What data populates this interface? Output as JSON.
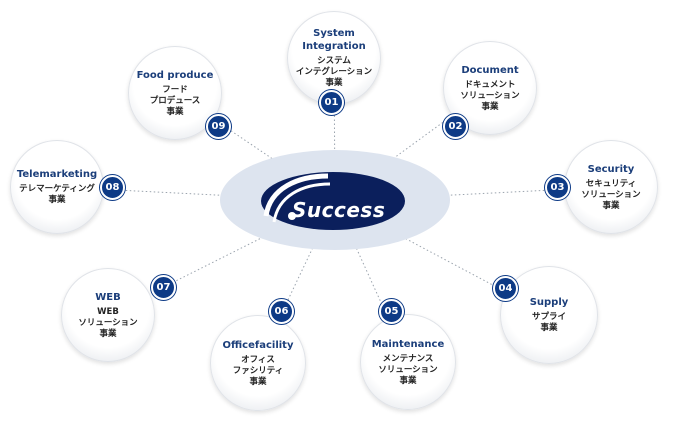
{
  "center": {
    "label": "Success"
  },
  "nodes": [
    {
      "num": "01",
      "en": "System\nIntegration",
      "jp": "システム\nインテグレーション\n事業"
    },
    {
      "num": "02",
      "en": "Document",
      "jp": "ドキュメント\nソリューション\n事業"
    },
    {
      "num": "03",
      "en": "Security",
      "jp": "セキュリティ\nソリューション\n事業"
    },
    {
      "num": "04",
      "en": "Supply",
      "jp": "サプライ\n事業"
    },
    {
      "num": "05",
      "en": "Maintenance",
      "jp": "メンテナンス\nソリューション\n事業"
    },
    {
      "num": "06",
      "en": "Officefacility",
      "jp": "オフィス\nファシリティ\n事業"
    },
    {
      "num": "07",
      "en": "WEB",
      "jp": "WEB\nソリューション\n事業"
    },
    {
      "num": "08",
      "en": "Telemarketing",
      "jp": "テレマーケティング\n事業"
    },
    {
      "num": "09",
      "en": "Food produce",
      "jp": "フード\nプロデュース\n事業"
    }
  ],
  "colors": {
    "badge": "#0d3a86",
    "title": "#1b3e7a",
    "hub": "#dde4ef"
  }
}
